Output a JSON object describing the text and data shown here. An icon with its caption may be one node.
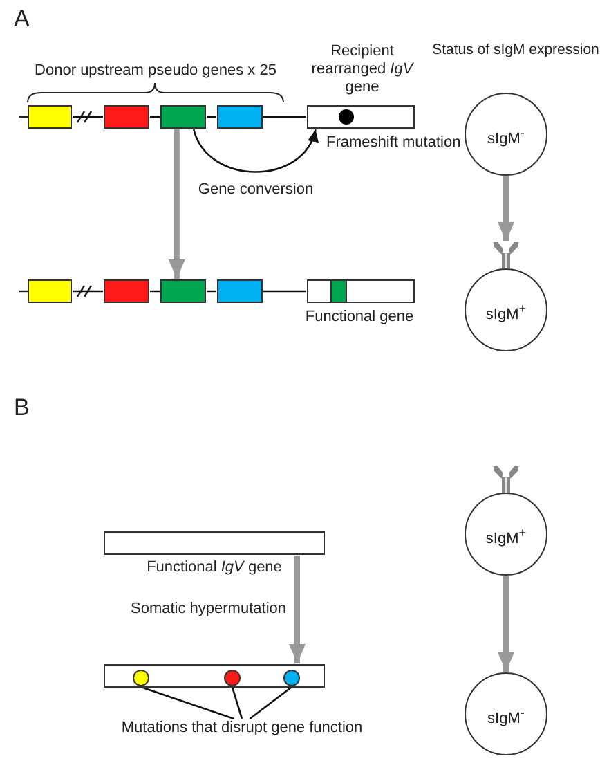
{
  "diagram": {
    "nodes": [
      {
        "text": [],
        "shape": "box"
      },
      {
        "text": [],
        "shape": "box"
      },
      {
        "text": [],
        "shape": "box"
      },
      {
        "text": [],
        "shape": "box"
      },
      {
        "text": [
          "Recipient rearranged *IgV* gene"
        ],
        "beside": [
          "Frameshift mutation"
        ]
      },
      {
        "text": [
          "sIgM$^{-}$"
        ]
      },
      {
        "text": [],
        "shape": "box"
      },
      {
        "text": [],
        "shape": "box"
      },
      {
        "text": [],
        "shape": "box"
      },
      {
        "text": [],
        "shape": "box"
      },
      {
        "text": [],
        "shape": "box",
        "beside": [
          "Functional gene"
        ]
      },
      {
        "text": [
          "sIgM$^{+}$"
        ]
      },
      {
        "text": [],
        "shape": "bar",
        "beside": [
          "Functional *IgV* gene"
        ]
      },
      {
        "text": [
          "sIgM$^{+}$"
        ]
      },
      {
        "text": [],
        "shape": "bar"
      },
      {
        "text": [],
        "shape": "circle",
        "in": 14
      },
      {
        "text": [],
        "shape": "circle",
        "in": 14
      },
      {
        "text": [],
        "shape": "circle",
        "in": 14
      },
      {
        "text": [
          "Mutations that disrupt gene function"
        ]
      },
      {
        "text": [
          "sIgM$^{-}$"
        ]
      }
    ],
    "edges": [
      {
        "from": 2,
        "to": 4,
        "arrow": "to",
        "label": "Gene conversion"
      },
      {
        "from": 2,
        "to": 8,
        "arrow": "to",
        "style": "thick",
        "color": "#999999"
      },
      {
        "from": 5,
        "to": 11,
        "arrow": "to",
        "style": "thick",
        "color": "#999999"
      },
      {
        "from": 12,
        "to": 14,
        "arrow": "to",
        "label": "Somatic hypermutation",
        "style": "thick",
        "color": "#999999"
      },
      {
        "from": 13,
        "to": 19,
        "arrow": "to",
        "style": "thick",
        "color": "#999999"
      },
      {
        "from": 18,
        "to": 15,
        "arrow": "none"
      },
      {
        "from": 18,
        "to": 16,
        "arrow": "none"
      },
      {
        "from": 18,
        "to": 17,
        "arrow": "none"
      },
      {
        "from": 0,
        "to": 1,
        "arrow": "none"
      },
      {
        "from": 1,
        "to": 2,
        "arrow": "none"
      },
      {
        "from": 2,
        "to": 3,
        "arrow": "none"
      },
      {
        "from": 3,
        "to": 4,
        "arrow": "none"
      },
      {
        "from": 6,
        "to": 7,
        "arrow": "none"
      },
      {
        "from": 7,
        "to": 8,
        "arrow": "none"
      },
      {
        "from": 8,
        "to": 9,
        "arrow": "none"
      },
      {
        "from": 9,
        "to": 10,
        "arrow": "none"
      }
    ],
    "labels": [
      "A",
      "Status of sIgM expression",
      "Donor upstream pseudo genes x 25",
      "B"
    ]
  }
}
